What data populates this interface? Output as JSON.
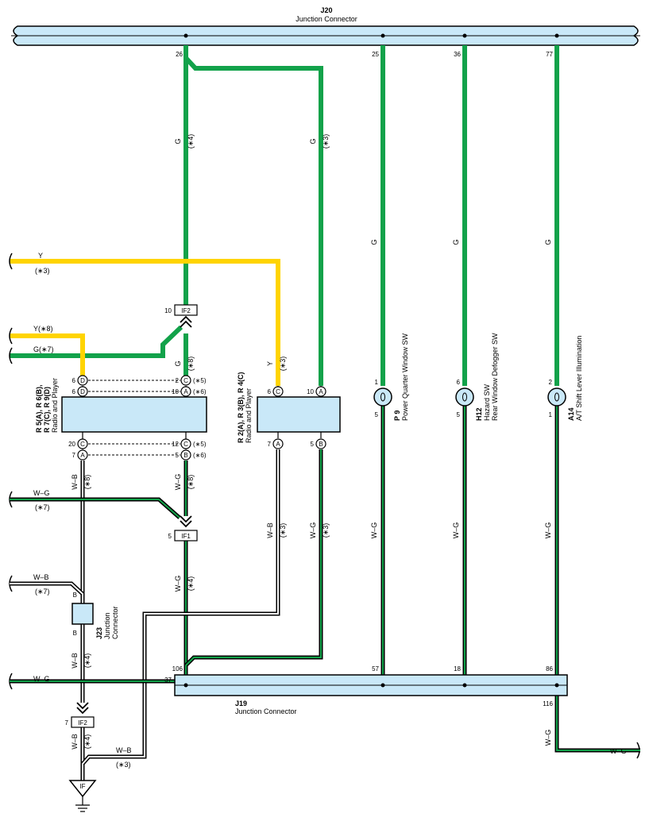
{
  "colors": {
    "green": "#12A24A",
    "yellow": "#FFD400",
    "connector_fill": "#C9E8F8",
    "wire_line": "#000000"
  },
  "connectors": {
    "j20": {
      "id": "J20",
      "name": "Junction Connector"
    },
    "j19": {
      "id": "J19",
      "name": "Junction Connector"
    },
    "j23": {
      "id": "J23",
      "name1": "Junction",
      "name2": "Connector",
      "pin_top": "B",
      "pin_bot": "B"
    },
    "radio1": {
      "id1": "R 5(A), R 6(B),",
      "id2": "R 7(C), R 9(D)",
      "name": "Radio and Player"
    },
    "radio2": {
      "id": "R 2(A), R 3(B), R 4(C)",
      "name": "Radio and Player"
    },
    "p9": {
      "id": "P 9",
      "name": "Power Quarter Window SW",
      "pin_top": "1",
      "pin_bot": "5"
    },
    "h12": {
      "id": "H12",
      "name1": "Hazard SW",
      "name2": "Rear Window Defogger SW",
      "pin_top": "6",
      "pin_bot": "5"
    },
    "a14": {
      "id": "A14",
      "name": "A/T Shift Lever Illumination",
      "pin_top": "2",
      "pin_bot": "1"
    },
    "if2_top": {
      "label": "IF2",
      "pin": "10"
    },
    "if1": {
      "label": "IF1",
      "pin": "5"
    },
    "if2_bot": {
      "label": "IF2",
      "pin": "7"
    },
    "ground": {
      "label": "IF"
    }
  },
  "pins": {
    "j20_26": "26",
    "j20_25": "25",
    "j20_36": "36",
    "j20_77": "77",
    "j19_106": "106",
    "j19_37": "37",
    "j19_57": "57",
    "j19_18": "18",
    "j19_86": "86",
    "j19_116": "116",
    "r1_6d_a": {
      "num": "6",
      "letter": "D"
    },
    "r1_6d_b": {
      "num": "6",
      "letter": "D"
    },
    "r1_20c": {
      "num": "20",
      "letter": "C"
    },
    "r1_7a": {
      "num": "7",
      "letter": "A"
    },
    "r1_2c": {
      "num": "2",
      "letter": "C",
      "note": "(∗5)"
    },
    "r1_10a": {
      "num": "10",
      "letter": "A",
      "note": "(∗6)"
    },
    "r1_12c": {
      "num": "12",
      "letter": "C",
      "note": "(∗5)"
    },
    "r1_5b": {
      "num": "5",
      "letter": "B",
      "note": "(∗6)"
    },
    "r2_6c": {
      "num": "6",
      "letter": "C"
    },
    "r2_10a": {
      "num": "10",
      "letter": "A"
    },
    "r2_7a": {
      "num": "7",
      "letter": "A"
    },
    "r2_5b": {
      "num": "5",
      "letter": "B"
    }
  },
  "wires": {
    "g": "G",
    "y": "Y",
    "wg": "W–G",
    "wb": "W–B",
    "n3": "(∗3)",
    "n4": "(∗4)",
    "n7": "(∗7)",
    "n8": "(∗8)",
    "y8": "Y(∗8)",
    "g7": "G(∗7)"
  }
}
